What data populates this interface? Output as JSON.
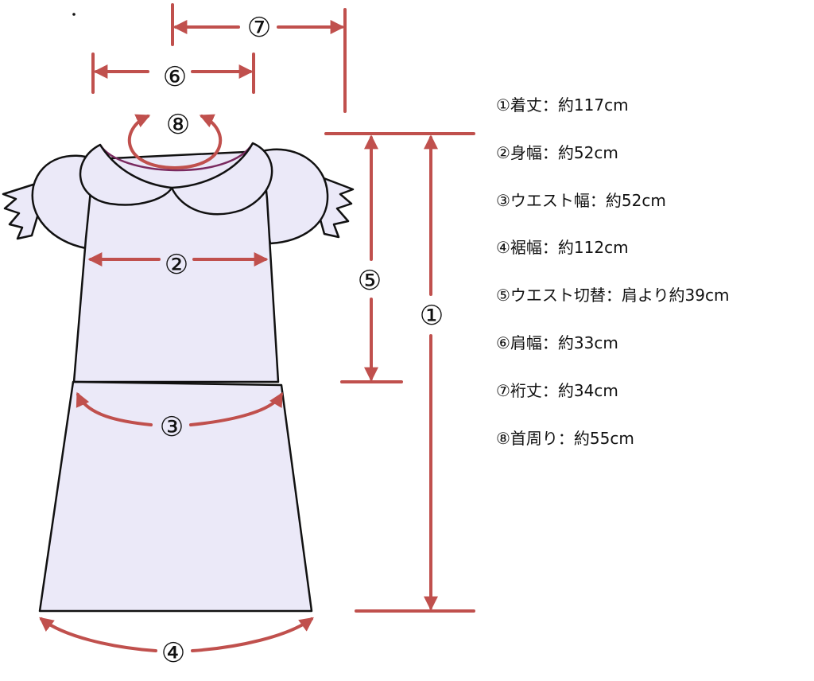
{
  "markers": {
    "m1": "①",
    "m2": "②",
    "m3": "③",
    "m4": "④",
    "m5": "⑤",
    "m6": "⑥",
    "m7": "⑦",
    "m8": "⑧"
  },
  "legend": [
    "①着丈：約117cm",
    "②身幅：約52cm",
    "③ウエスト幅：約52cm",
    "④裾幅：約112cm",
    "⑤ウエスト切替：肩より約39cm",
    "⑥肩幅：約33cm",
    "⑦裄丈：約34cm",
    "⑧首周り：約55cm"
  ],
  "colors": {
    "measure": "#c0504d",
    "fabric": "#ebe9f8",
    "outline": "#111111"
  }
}
